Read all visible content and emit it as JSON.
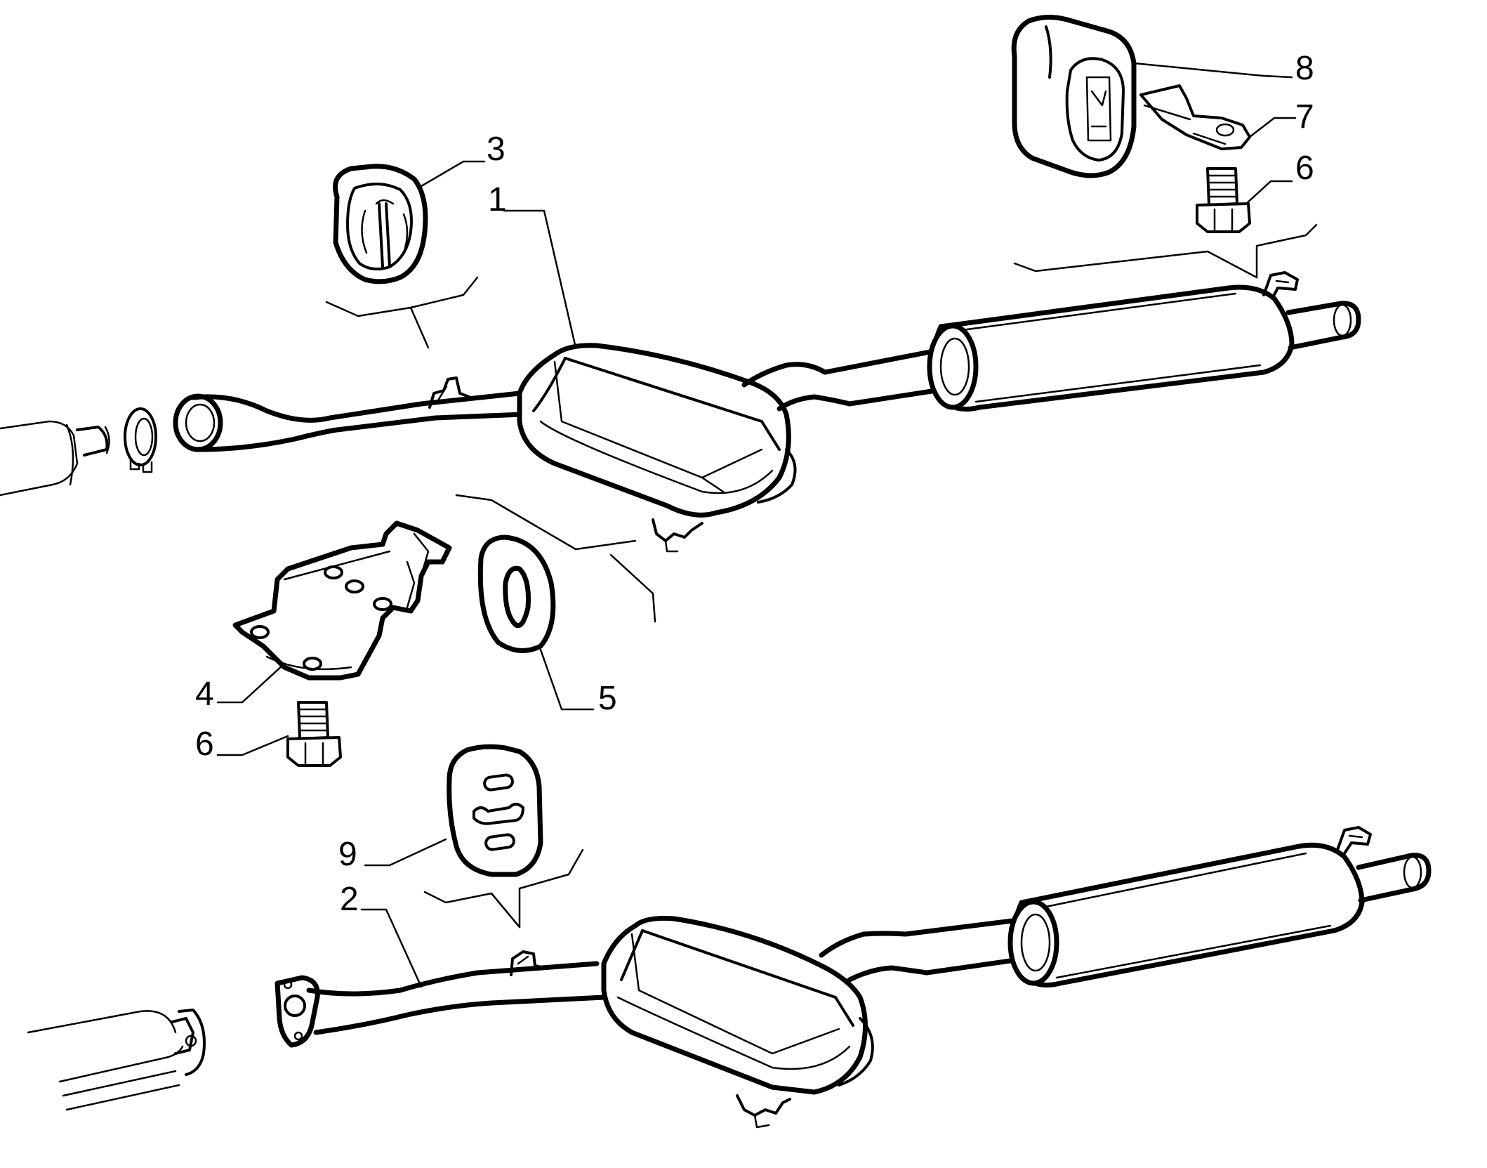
{
  "callouts": [
    {
      "id": "callout-1",
      "label": "1"
    },
    {
      "id": "callout-2",
      "label": "2"
    },
    {
      "id": "callout-3",
      "label": "3"
    },
    {
      "id": "callout-4",
      "label": "4"
    },
    {
      "id": "callout-5",
      "label": "5"
    },
    {
      "id": "callout-6-top",
      "label": "6"
    },
    {
      "id": "callout-6-bottom",
      "label": "6"
    },
    {
      "id": "callout-7",
      "label": "7"
    },
    {
      "id": "callout-8",
      "label": "8"
    },
    {
      "id": "callout-9",
      "label": "9"
    }
  ]
}
